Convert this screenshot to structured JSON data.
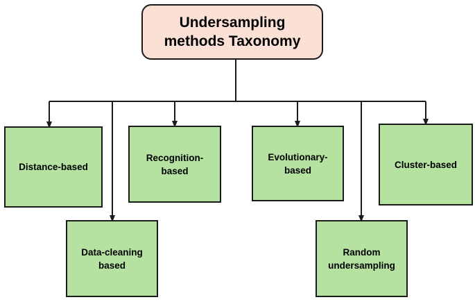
{
  "diagram": {
    "root": {
      "lines": [
        "Undersampling",
        "methods Taxonomy"
      ]
    },
    "categories": [
      {
        "id": "distance",
        "lines": [
          "Distance-based"
        ]
      },
      {
        "id": "recognition",
        "lines": [
          "Recognition-",
          "based"
        ]
      },
      {
        "id": "evolutionary",
        "lines": [
          "Evolutionary-",
          "based"
        ]
      },
      {
        "id": "cluster",
        "lines": [
          "Cluster-based"
        ]
      },
      {
        "id": "datacleaning",
        "lines": [
          "Data-cleaning",
          "based"
        ]
      },
      {
        "id": "random",
        "lines": [
          "Random",
          "undersampling"
        ]
      }
    ],
    "colors": {
      "root_fill": "#fbe1d5",
      "leaf_fill": "#b5e2a1",
      "stroke": "#1a1a1a"
    }
  }
}
